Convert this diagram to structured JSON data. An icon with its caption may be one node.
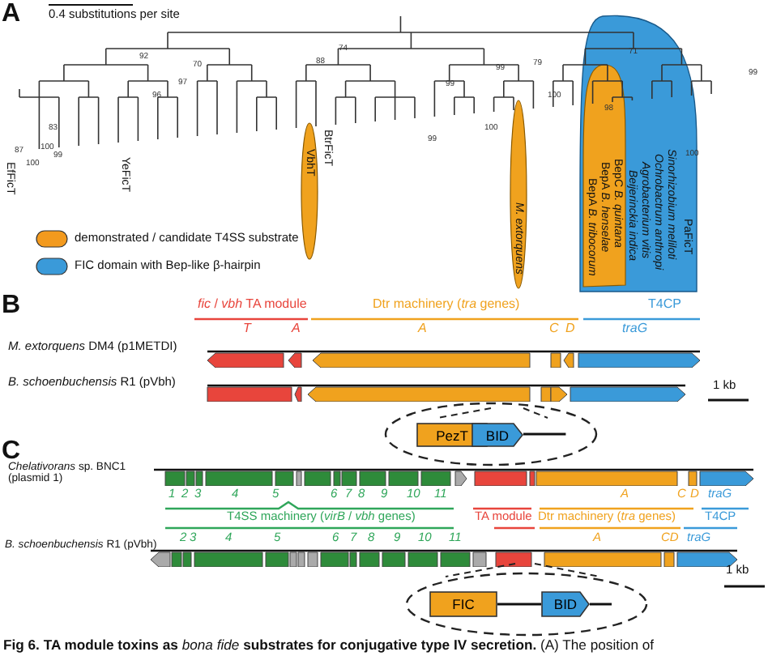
{
  "diagram": {
    "caption": "**Fig 6. TA module toxins as** *bona fide* **substrates for conjugative type IV secretion.** (A) The position of",
    "nodes": [
      {
        "text": [],
        "shape": "ellipse"
      },
      {
        "text": [
          "PezT"
        ],
        "in": 0
      },
      {
        "text": [
          "BID"
        ],
        "in": 0
      },
      {
        "text": [],
        "shape": "ellipse"
      },
      {
        "text": [
          "FIC"
        ],
        "in": 3
      },
      {
        "text": [
          "BID"
        ],
        "in": 3
      }
    ],
    "edges": [
      {
        "from": 4,
        "to": 5,
        "arrow": "none"
      }
    ],
    "labels": [
      "A",
      "0.4 substitutions per site",
      "92",
      "70",
      "96",
      "97",
      "83",
      "100",
      "87",
      "100",
      "99",
      "88",
      "74",
      "99",
      "99",
      "79",
      "100",
      "71",
      "98",
      "100",
      "99",
      "100",
      "99",
      "EfFicT",
      "YeFicT",
      "VbhT",
      "BtrFicT",
      "M. extorquens",
      "BepA *B. tribocorum*",
      "BepA *B. henselae*",
      "BepC *B. quintana*",
      "Beijerinckia indica",
      "Agrobacterium vitis",
      "Ochrobactrum anthropi",
      "Sinorhizobium meliloti",
      "PaFicT",
      "B",
      "*fic* / *vbh* TA module",
      "Dtr machinery (*tra* genes)",
      "T4CP",
      "T",
      "A",
      "A",
      "C",
      "D",
      "traG",
      "*M. extorquens* DM4 (p1METDI)",
      "*B. schoenbuchensis* R1 (pVbh)",
      "1 kb",
      "C",
      "*Chelativorans* sp. BNC1 (plasmid 1)",
      "1",
      "2",
      "3",
      "4",
      "5",
      "6",
      "7",
      "8",
      "9",
      "10",
      "11",
      "A",
      "C",
      "D",
      "traG",
      "T4SS machinery (*virB* / *vbh* genes)",
      "TA module",
      "Dtr machinery (*tra* genes)",
      "T4CP",
      "2",
      "3",
      "4",
      "5",
      "6",
      "7",
      "8",
      "9",
      "10",
      "11",
      "A",
      "CD",
      "traG",
      "*B. schoenbuchensis* R1 (pVbh)",
      "1 kb"
    ],
    "legend": [
      {
        "text": "demonstrated / candidate T4SS substrate",
        "color": "#f39a1e"
      },
      {
        "text": "FIC domain with Bep-like β-hairpin",
        "color": "#3a9ad9"
      }
    ]
  }
}
